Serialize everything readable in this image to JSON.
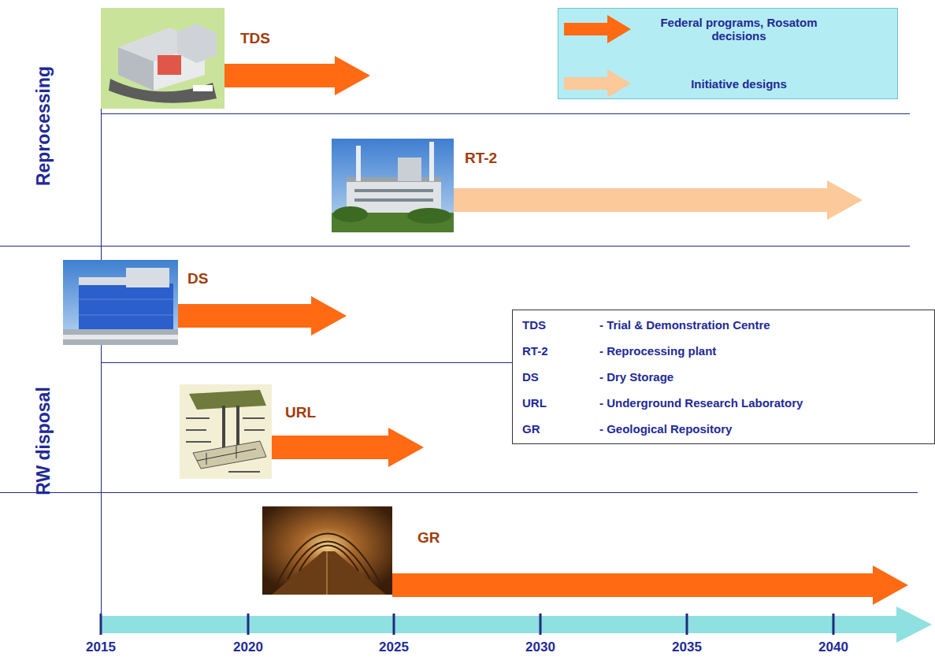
{
  "diagram": {
    "nodes": [
      {
        "text": [
          "TDS",
          "- Trial & Demonstration Centre",
          "RT-2",
          "- Reprocessing plant",
          "DS",
          "- Dry Storage",
          "URL",
          "- Underground Research Laboratory",
          "GR",
          "- Geological Repository"
        ]
      }
    ],
    "edges": [],
    "labels": [
      "Reprocessing",
      "TDS",
      "RT-2",
      "RW disposal",
      "DS",
      "URL",
      "GR",
      "2015",
      "2020",
      "2025",
      "2030",
      "2035",
      "2040"
    ],
    "legend": [
      {
        "text": "Federal programs, Rosatom decisions",
        "color": "#ff6a13"
      },
      {
        "text": "Initiative designs",
        "color": "#fbc99a"
      }
    ]
  }
}
